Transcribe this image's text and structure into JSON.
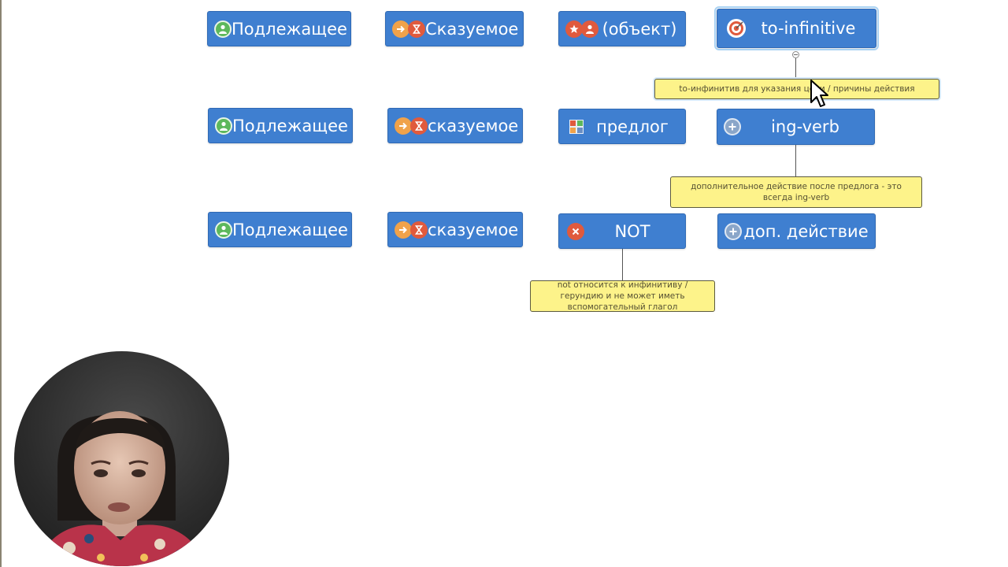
{
  "rows": [
    {
      "subject": "Подлежащее",
      "predicate": "Сказуемое",
      "third": "(объект)",
      "fourth": "to-infinitive",
      "note": "to-инфинитив для указания цели / причины действия"
    },
    {
      "subject": "Подлежащее",
      "predicate": "сказуемое",
      "third": "предлог",
      "fourth": "ing-verb",
      "note": "дополнительное действие после предлога - это всегда ing-verb"
    },
    {
      "subject": "Подлежащее",
      "predicate": "сказуемое",
      "third": "NOT",
      "fourth": "доп. действие",
      "note": "not относится к инфинитиву / герундию и не может иметь вспомогательный глагол"
    }
  ],
  "icons": {
    "subject": "person-icon",
    "predicate": "arrow-hourglass-icon",
    "object": "star-person-icon",
    "target": "target-icon",
    "preposition": "preposition-grid-icon",
    "plus": "plus-circle-icon",
    "cross": "cross-circle-icon"
  },
  "colors": {
    "node": "#3f7fd0",
    "note": "#fdf38a",
    "green": "#5db85c",
    "orange": "#f0a24a",
    "red": "#e05a3d"
  }
}
